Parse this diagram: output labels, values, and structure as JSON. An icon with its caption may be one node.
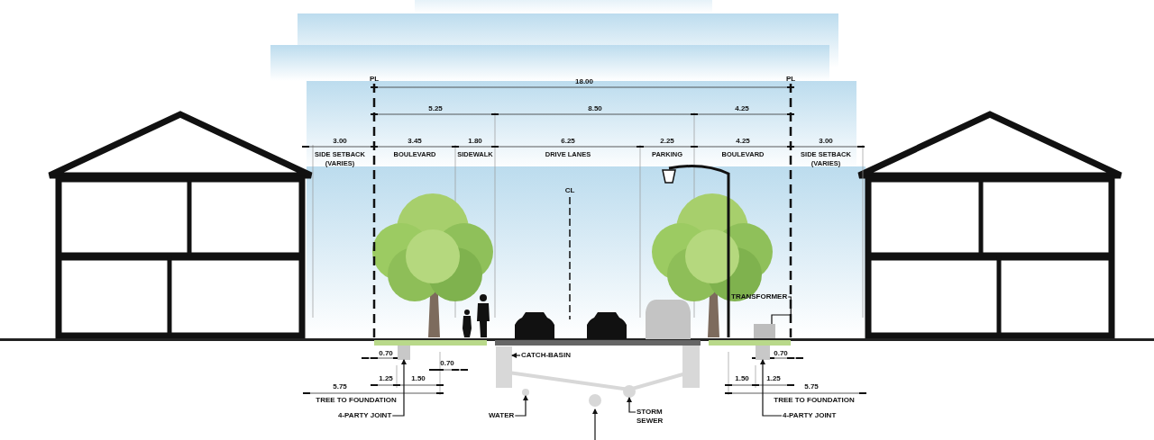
{
  "diagram": {
    "nodes": [
      {
        "text": [
          "TRANSFORMER"
        ]
      },
      {
        "text": [],
        "shape": "box"
      },
      {
        "text": [
          "CATCH-BASIN"
        ]
      },
      {
        "text": [],
        "shape": "box"
      },
      {
        "text": [
          "4-PARTY JOINT"
        ]
      },
      {
        "text": [],
        "shape": "box"
      },
      {
        "text": [
          "WATER"
        ]
      },
      {
        "text": [],
        "shape": "circle"
      },
      {
        "text": [
          "STORM SEWER"
        ]
      },
      {
        "text": [],
        "shape": "circle"
      },
      {
        "text": [
          "4-PARTY JOINT"
        ]
      },
      {
        "text": [],
        "shape": "box"
      }
    ],
    "edges": [
      {
        "from": 0,
        "to": 1,
        "arrow": "none"
      },
      {
        "from": 2,
        "to": 3,
        "arrow": "to"
      },
      {
        "from": 4,
        "to": 5,
        "arrow": "to"
      },
      {
        "from": 6,
        "to": 7,
        "arrow": "to"
      },
      {
        "from": 8,
        "to": 9,
        "arrow": "to"
      },
      {
        "from": 10,
        "to": 11,
        "arrow": "to"
      }
    ],
    "labels": [
      "PL",
      "PL",
      "18.00",
      "5.25",
      "8.50",
      "4.25",
      "3.00",
      "3.45",
      "1.80",
      "6.25",
      "2.25",
      "4.25",
      "3.00",
      "SIDE SETBACK (VARIES)",
      "BOULEVARD",
      "SIDEWALK",
      "DRIVE LANES",
      "PARKING",
      "BOULEVARD",
      "SIDE SETBACK (VARIES)",
      "CL",
      "0.70",
      "0.70",
      "1.25",
      "1.50",
      "5.75",
      "TREE TO FOUNDATION",
      "0.70",
      "1.50",
      "1.25",
      "5.75",
      "TREE TO FOUNDATION"
    ]
  }
}
